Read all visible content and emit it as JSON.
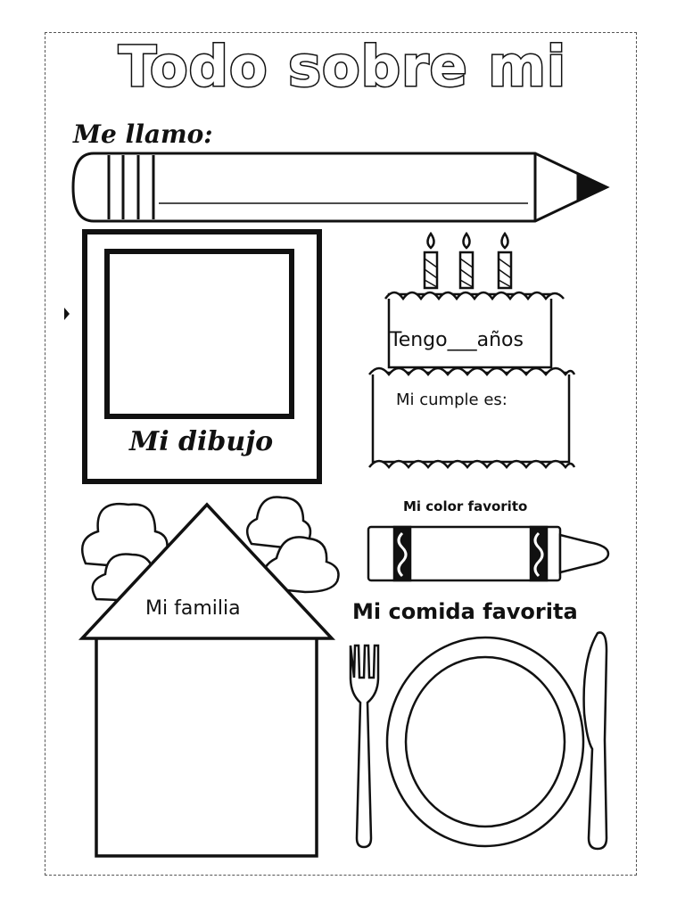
{
  "worksheet": {
    "title": "Todo sobre mi",
    "name_label": "Me llamo:",
    "drawing_label": "Mi dibujo",
    "age_label": "Tengo___años",
    "birthday_label": "Mi cumple es:",
    "favorite_color_label": "Mi color favorito",
    "family_label": "Mi familia",
    "favorite_food_label": "Mi comida favorita"
  },
  "icons": [
    "pencil-icon",
    "photo-frame-icon",
    "birthday-cake-icon",
    "candle-icon",
    "crayon-icon",
    "house-icon",
    "cloud-icon",
    "fork-icon",
    "plate-icon",
    "knife-icon"
  ],
  "colors": {
    "ink": "#111111",
    "paper": "#ffffff",
    "border": "#555555"
  }
}
